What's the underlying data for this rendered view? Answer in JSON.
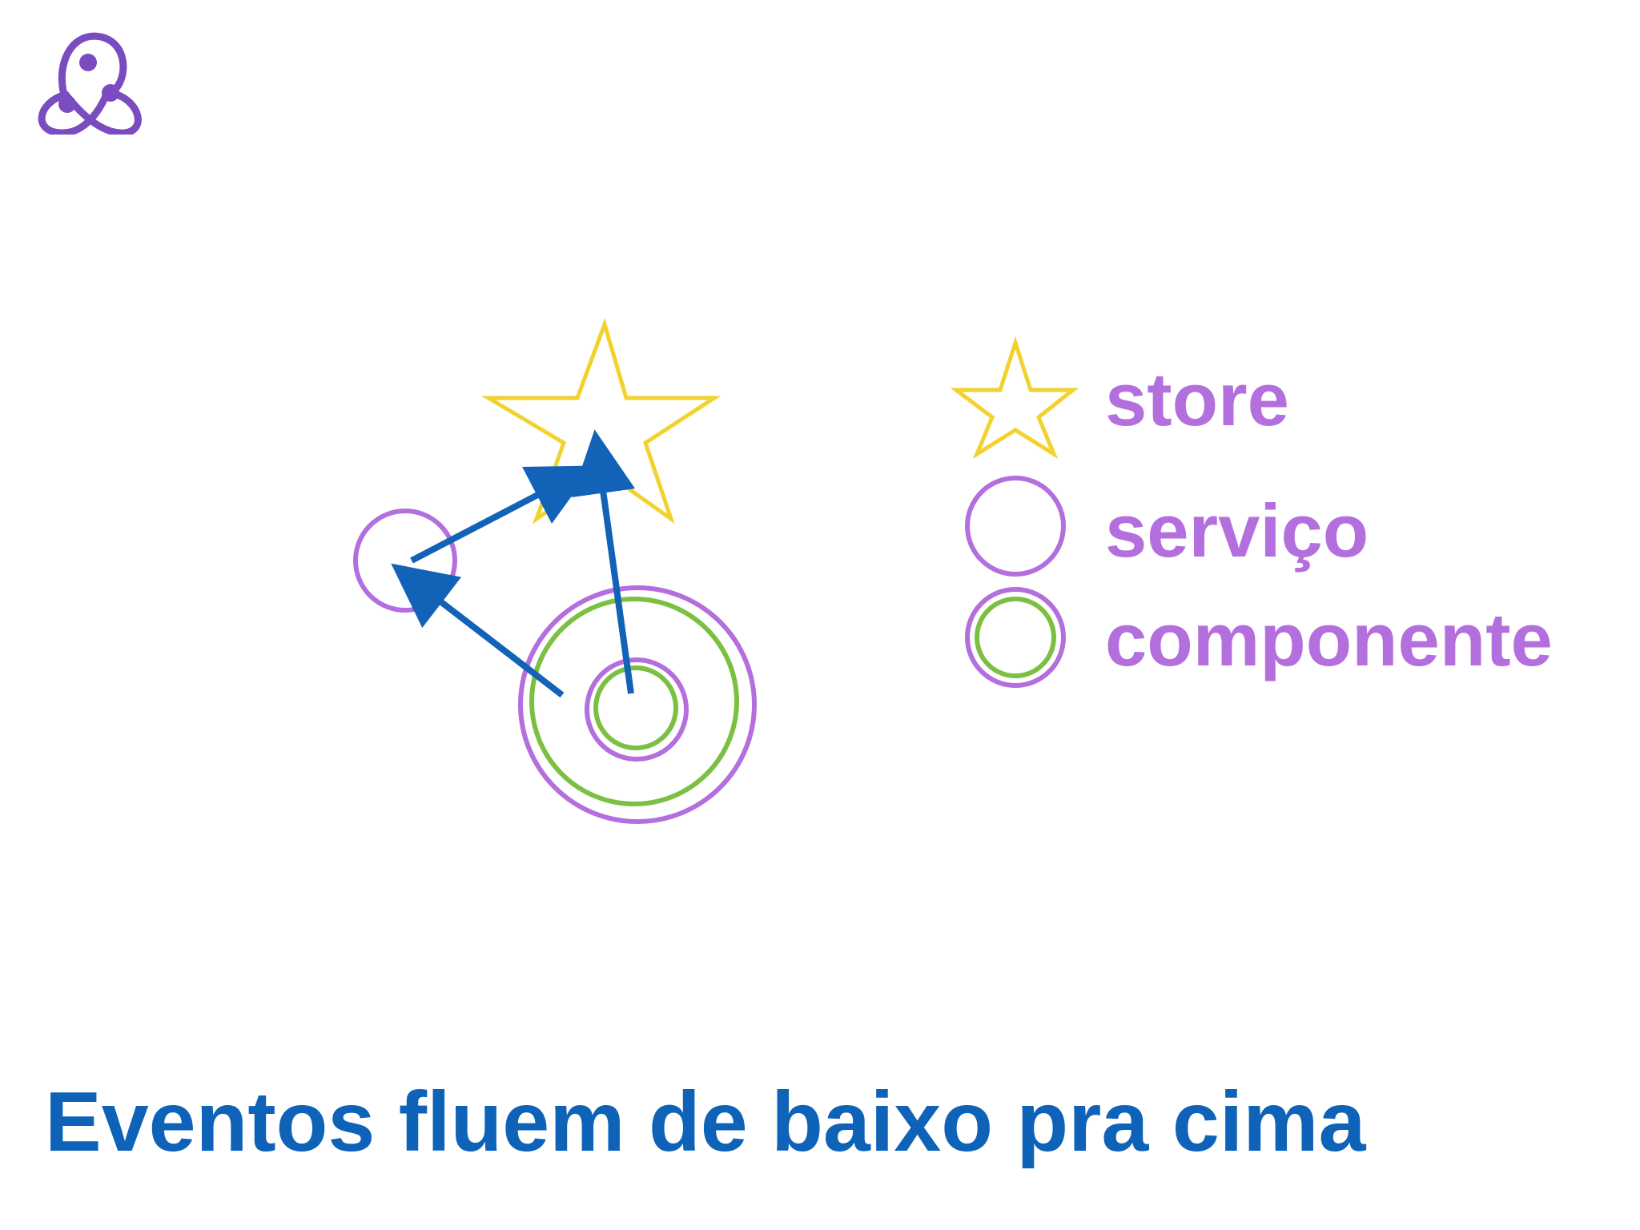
{
  "slide": {
    "title": "Eventos fluem de baixo pra cima"
  },
  "legend": {
    "store": "store",
    "servico": "serviço",
    "componente": "componente"
  },
  "colors": {
    "store": "#f2d22e",
    "servico": "#b36fdd",
    "componente_inner": "#7cc043",
    "arrow": "#1262b8",
    "title": "#0e62b8",
    "logo": "#7b4bc0"
  },
  "icons": [
    "redux-logo-icon",
    "star-icon",
    "circle-icon",
    "double-circle-icon",
    "arrow-icon"
  ]
}
